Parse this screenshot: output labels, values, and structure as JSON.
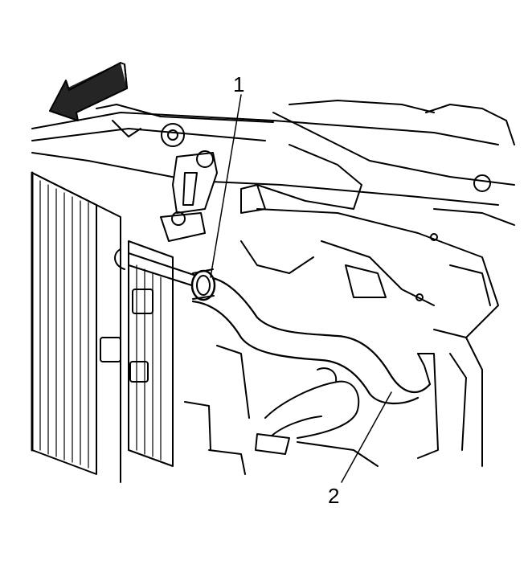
{
  "callouts": [
    {
      "id": "1",
      "label": "1"
    },
    {
      "id": "2",
      "label": "2"
    }
  ],
  "direction_arrow": {
    "icon": "front-direction-arrow-icon"
  },
  "colors": {
    "line": "#000000",
    "background": "#ffffff"
  }
}
